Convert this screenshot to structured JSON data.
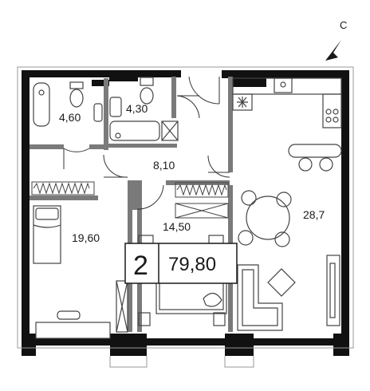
{
  "compass": {
    "label": "С"
  },
  "rooms": {
    "bathroom_1": "4,60",
    "bathroom_2": "4,30",
    "hall": "8,10",
    "bedroom_1": "19,60",
    "bedroom_2": "14,50",
    "kitchen_living": "28,7"
  },
  "summary": {
    "room_count": "2",
    "total_area": "79,80"
  },
  "colors": {
    "wall": "#111111",
    "partition": "#7a7a7a",
    "fixture": "#444444",
    "accent": "#ff3d3d"
  }
}
